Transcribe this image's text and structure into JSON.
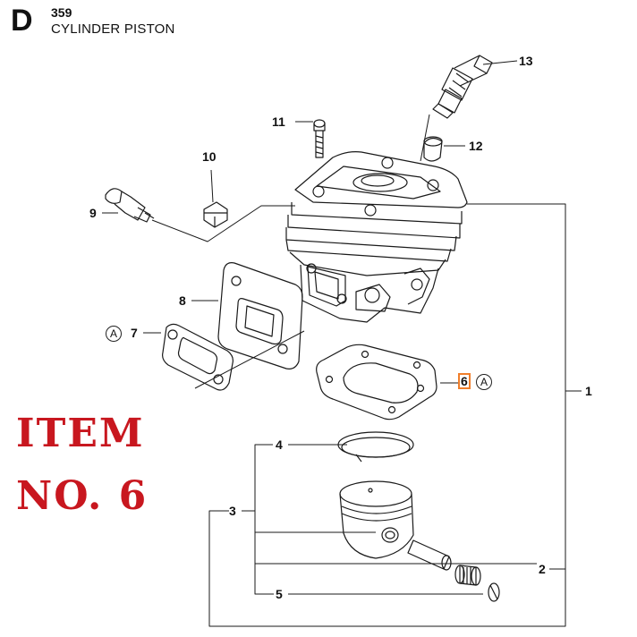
{
  "header": {
    "section_letter": "D",
    "model": "359",
    "title": "CYLINDER PISTON"
  },
  "callouts": {
    "c1": "1",
    "c2": "2",
    "c3": "3",
    "c4": "4",
    "c5": "5",
    "c6": "6",
    "c7": "7",
    "c8": "8",
    "c9": "9",
    "c10": "10",
    "c11": "11",
    "c12": "12",
    "c13": "13"
  },
  "kit_marker": "A",
  "highlight": {
    "callout": "6",
    "color": "#f07e2a"
  },
  "note": {
    "line1": "ITEM",
    "line2": "NO. 6",
    "color": "#c8171f"
  }
}
